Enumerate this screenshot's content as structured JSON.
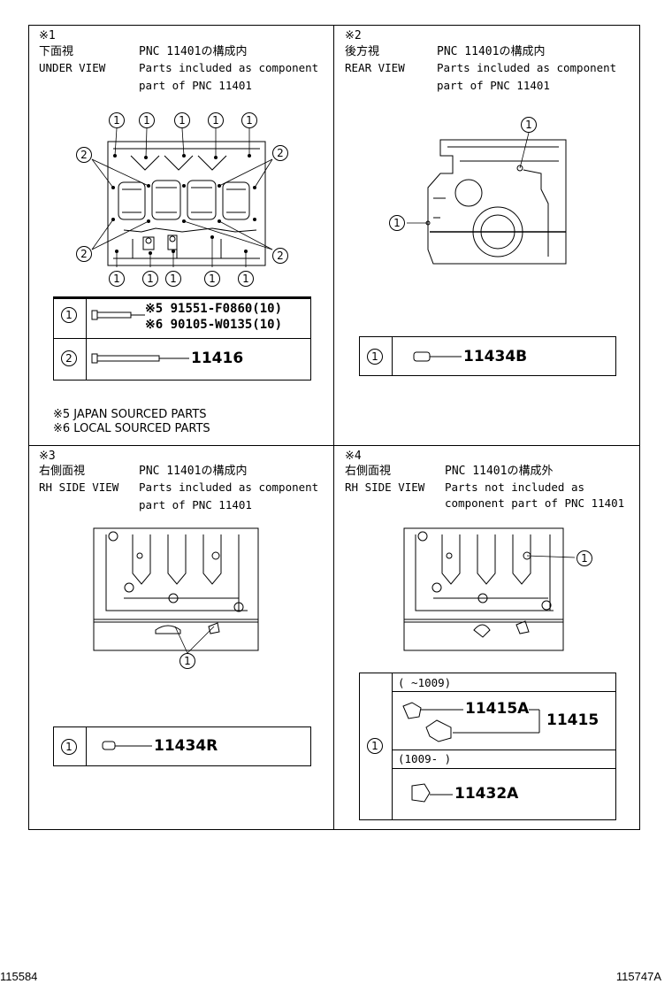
{
  "panels": [
    {
      "mark": "※1",
      "view_jp": "下面視",
      "view_en": "UNDER VIEW",
      "pnc_jp": "PNC 11401の構成内",
      "desc_line1": "Parts included as component",
      "desc_line2": "part of PNC 11401"
    },
    {
      "mark": "※2",
      "view_jp": "後方視",
      "view_en": "REAR VIEW",
      "pnc_jp": "PNC 11401の構成内",
      "desc_line1": "Parts included as component",
      "desc_line2": "part of PNC 11401"
    },
    {
      "mark": "※3",
      "view_jp": "右側面視",
      "view_en": "RH SIDE VIEW",
      "pnc_jp": "PNC 11401の構成内",
      "desc_line1": "Parts included as component",
      "desc_line2": "part of PNC 11401"
    },
    {
      "mark": "※4",
      "view_jp": "右側面視",
      "view_en": "RH SIDE VIEW",
      "pnc_jp": "PNC 11401の構成外",
      "desc_line1": "Parts not included as",
      "desc_line2": "component part of PNC 11401"
    }
  ],
  "callouts": {
    "one": "1",
    "two": "2"
  },
  "parts": {
    "p1_row1_a": "※5 91551-F0860(10)",
    "p1_row1_b": "※6 90105-W0135(10)",
    "p1_row2": "11416",
    "p2_row1": "11434B",
    "p3_row1": "11434R",
    "p4_range1": "(     ~1009)",
    "p4_part_a": "11415A",
    "p4_group": "11415",
    "p4_range2": "(1009-     )",
    "p4_part_b": "11432A"
  },
  "notes": {
    "japan": "※5 JAPAN SOURCED PARTS",
    "local": "※6 LOCAL SOURCED PARTS"
  },
  "footer": {
    "left": "115584",
    "right": "115747A"
  }
}
